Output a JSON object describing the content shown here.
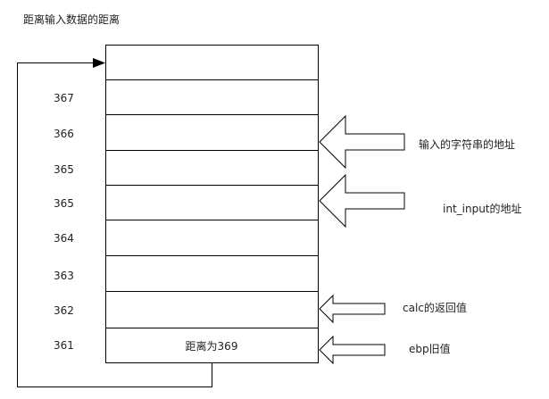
{
  "title": "距离输入数据的距离",
  "rows": [
    {
      "num": "",
      "cell": ""
    },
    {
      "num": "367",
      "cell": ""
    },
    {
      "num": "366",
      "cell": ""
    },
    {
      "num": "365",
      "cell": ""
    },
    {
      "num": "365",
      "cell": ""
    },
    {
      "num": "364",
      "cell": ""
    },
    {
      "num": "363",
      "cell": ""
    },
    {
      "num": "362",
      "cell": ""
    },
    {
      "num": "361",
      "cell": "距离为369"
    }
  ],
  "pointers": [
    {
      "label": "输入的字符串的地址"
    },
    {
      "label": "int_input的地址"
    },
    {
      "label": "calc的返回值"
    },
    {
      "label": "ebp旧值"
    }
  ]
}
